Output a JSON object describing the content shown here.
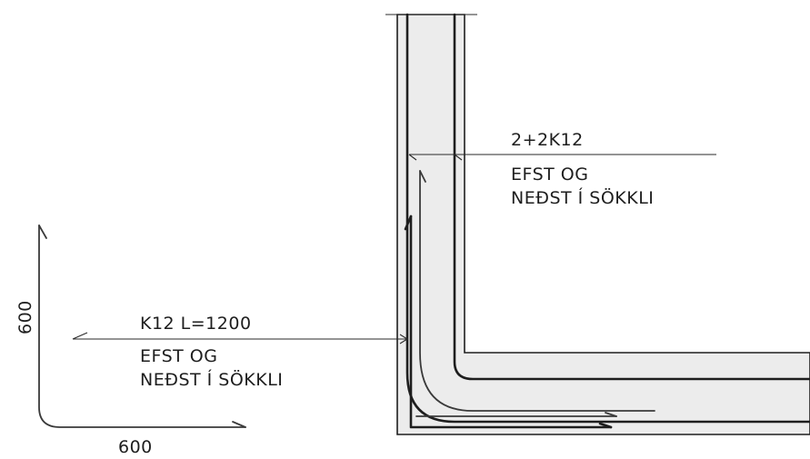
{
  "wall_annotation": {
    "rebar": "2+2K12",
    "note_line1": "EFST OG",
    "note_line2": "NEÐST Í SÖKKLI"
  },
  "corner_annotation": {
    "rebar": "K12  L=1200",
    "note_line1": "EFST OG",
    "note_line2": "NEÐST Í SÖKKLI"
  },
  "bent_bar_detail": {
    "vertical_leg": "600",
    "horizontal_leg": "600"
  }
}
